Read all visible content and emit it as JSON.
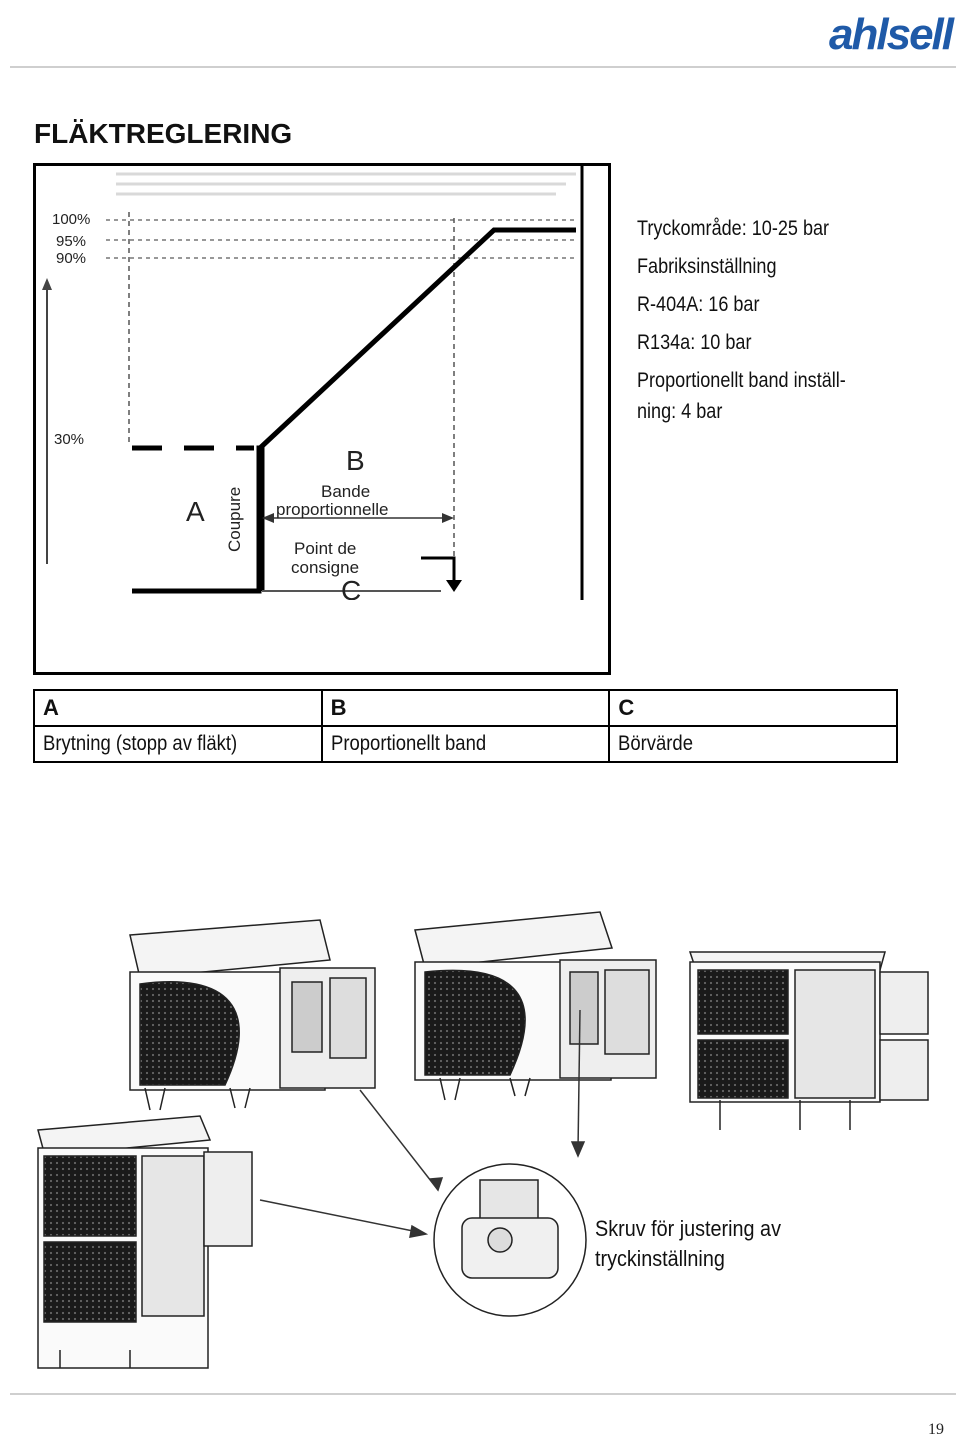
{
  "header": {
    "logo_text": "ahlsell",
    "brand_color": "#1f5aa8"
  },
  "title": "FLÄKTREGLERING",
  "chart_labels": {
    "pct_100": "100%",
    "pct_95": "95%",
    "pct_90": "90%",
    "pct_30": "30%",
    "zone_a": "A",
    "coupure": "Coupure",
    "zone_b": "B",
    "bande_line1": "Bande",
    "bande_line2": "proportionnelle",
    "point_line1": "Point de",
    "point_line2": "consigne",
    "zone_c": "C"
  },
  "info": {
    "line1": "Tryckområde: 10-25 bar",
    "line2": "Fabriksinställning",
    "line3": "R-404A: 16 bar",
    "line4": "R134a: 10 bar",
    "line5a": "Proportionellt band inställ-",
    "line5b": "ning: 4 bar"
  },
  "legend": {
    "headers": [
      "A",
      "B",
      "C"
    ],
    "values": [
      "Brytning (stopp av fläkt)",
      "Proportionellt band",
      "Börvärde"
    ]
  },
  "callout": {
    "line1": "Skruv för justering av",
    "line2": "tryckinställning"
  },
  "page_number": "19"
}
